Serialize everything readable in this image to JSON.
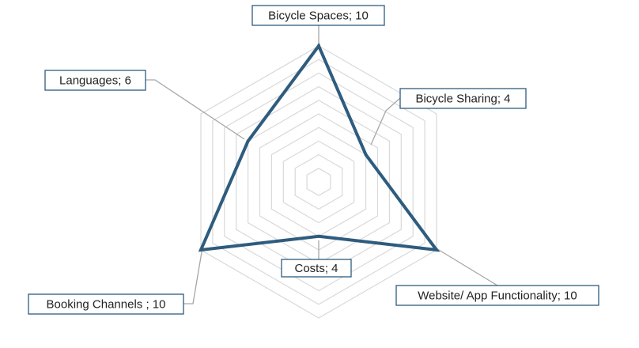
{
  "chart_data": {
    "type": "radar",
    "categories": [
      "Bicycle Spaces",
      "Bicycle Sharing",
      "Website/ App Functionality",
      "Costs",
      "Booking Channels ",
      "Languages"
    ],
    "series": [
      {
        "values": [
          10,
          4,
          10,
          4,
          10,
          6
        ]
      }
    ],
    "data_labels": [
      "Bicycle Spaces; 10",
      "Bicycle Sharing; 4",
      "Website/ App Functionality; 10",
      "Costs; 4",
      "Booking Channels ; 10",
      "Languages; 6"
    ],
    "rlim": [
      0,
      10
    ],
    "grid": true,
    "legend": "none",
    "colors": {
      "series_line": "#2e5c7e",
      "grid": "#d9d9d9",
      "label_border": "#2e5c7e",
      "leader_line": "#a6a6a6"
    }
  }
}
